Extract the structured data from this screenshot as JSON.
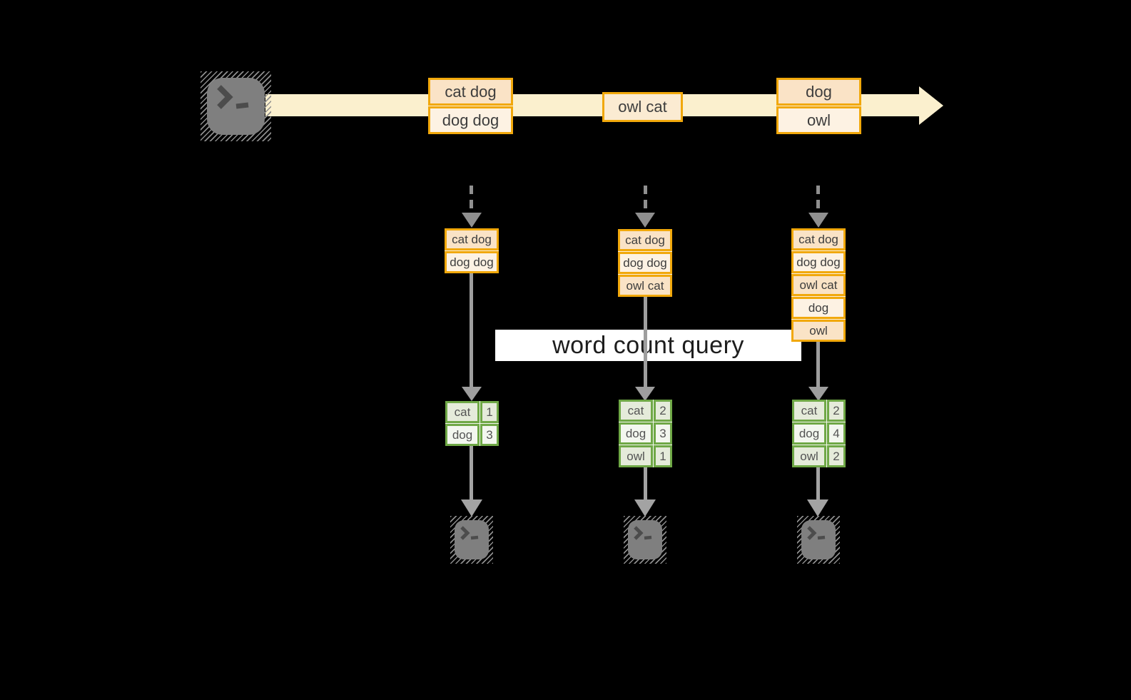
{
  "diagram": {
    "query_label": "word count query",
    "stream": {
      "messages": [
        {
          "rows": [
            "cat dog",
            "dog dog"
          ]
        },
        {
          "rows": [
            "owl cat"
          ]
        },
        {
          "rows": [
            "dog",
            "owl"
          ]
        }
      ]
    },
    "columns": [
      {
        "buffer": [
          "cat dog",
          "dog dog"
        ],
        "counts": [
          {
            "word": "cat",
            "count": 1
          },
          {
            "word": "dog",
            "count": 3
          }
        ]
      },
      {
        "buffer": [
          "cat dog",
          "dog dog",
          "owl cat"
        ],
        "counts": [
          {
            "word": "cat",
            "count": 2
          },
          {
            "word": "dog",
            "count": 3
          },
          {
            "word": "owl",
            "count": 1
          }
        ]
      },
      {
        "buffer": [
          "cat dog",
          "dog dog",
          "owl cat",
          "dog",
          "owl"
        ],
        "counts": [
          {
            "word": "cat",
            "count": 2
          },
          {
            "word": "dog",
            "count": 4
          },
          {
            "word": "owl",
            "count": 2
          }
        ]
      }
    ],
    "colors": {
      "stream_band": "#FBF0CE",
      "box_border": "#F1A80B",
      "box_fill_dark": "#FAE3C6",
      "box_fill_light": "#FDF2E3",
      "table_border": "#6FA846",
      "table_fill_dark": "#E5EBDA",
      "table_fill_light": "#F3F7EF",
      "connector_gray": "#9E9E9E",
      "terminal_gray": "#7F7F7F",
      "query_band_bg": "#FFFFFF",
      "text_dark": "#3D3D3D"
    }
  }
}
